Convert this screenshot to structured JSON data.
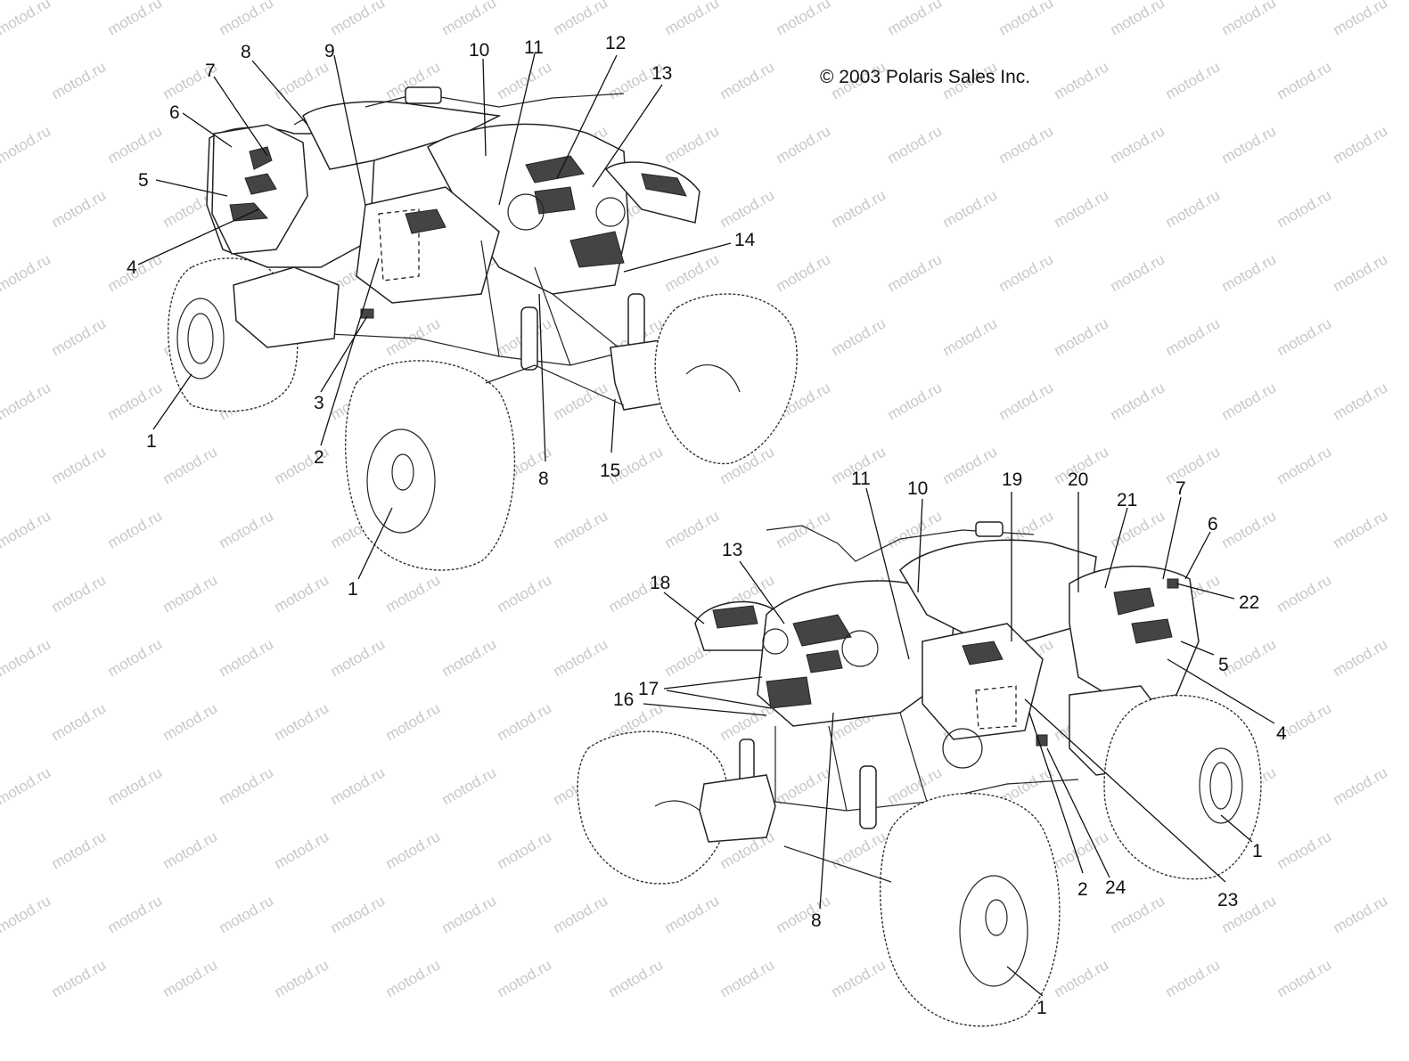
{
  "copyright": "© 2003 Polaris Sales Inc.",
  "watermark": "motod.ru",
  "top_view_callouts": [
    "1",
    "1",
    "2",
    "3",
    "4",
    "5",
    "6",
    "7",
    "8",
    "8",
    "9",
    "10",
    "11",
    "12",
    "13",
    "14",
    "15"
  ],
  "bottom_view_callouts": [
    "1",
    "1",
    "2",
    "4",
    "5",
    "6",
    "7",
    "8",
    "10",
    "11",
    "13",
    "16",
    "17",
    "18",
    "19",
    "20",
    "21",
    "22",
    "23",
    "24"
  ]
}
